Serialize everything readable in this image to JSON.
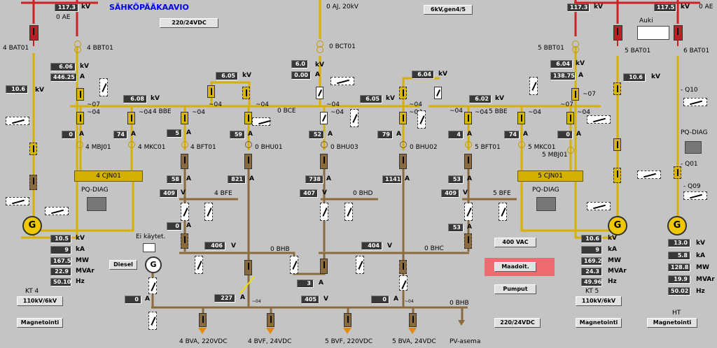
{
  "header": {
    "title": "SÄHKÖPÄÄKAAVIO",
    "left_busbar_btn": "220/24VDC",
    "gen_btn": "6kV,gen4/5",
    "ae_left": {
      "value": "117.3",
      "unit": "kV",
      "label": "0 AE"
    },
    "ae_mid1": {
      "value": "117.3",
      "unit": "kV"
    },
    "ae_mid2": {
      "value": "117.5",
      "unit": "kV"
    },
    "ae_right_label": "0 AE",
    "aj_label": "0 AJ, 20kV"
  },
  "left_side": {
    "bat_label": "4 BAT01",
    "bbt_label": "4 BBT01",
    "bbt_kv": "6.06",
    "bbt_a": "446.25",
    "main_kv": "10.6",
    "bbe_kv": "6.08",
    "bbe_label": "4 BBE",
    "mbj": {
      "value": "0",
      "label": "4 MBJ01"
    },
    "mkc": {
      "value": "74",
      "label": "4 MKC01"
    },
    "cjn": "4 CJN01",
    "pq": "PQ-DIAG",
    "gen": {
      "kv": "10.5",
      "ka": "9",
      "mw": "167.5",
      "mvar": "22.9",
      "hz": "50.10"
    },
    "kt": "KT 4",
    "kt_btn": "110kV/6kV",
    "magnet_btn": "Magnetointi"
  },
  "center": {
    "bct_label": "0 BCT01",
    "bct_kv": "6.0",
    "bct_a": "0.00",
    "bce_label": "0 BCE",
    "kv_left": "6.05",
    "kv_right": "6.05",
    "bft01_left": {
      "value": "5",
      "label": "4 BFT01"
    },
    "bhu01": {
      "value": "59",
      "label": "0 BHU01"
    },
    "bhu03": {
      "value": "52",
      "label": "0 BHU03"
    },
    "bhu02": {
      "value": "79",
      "label": "0 BHU02"
    },
    "bft01_right": {
      "value": "4",
      "label": "5 BFT01"
    },
    "left_58": "58",
    "left_821": "821",
    "bfe_left": {
      "value": "409",
      "label": "4 BFE"
    },
    "bhd": {
      "value1": "738",
      "value2": "407",
      "label": "0 BHD"
    },
    "right_1141": "1141",
    "bfe_right": {
      "value": "409",
      "label": "5 BFE"
    },
    "right_53": "53",
    "right_53b": "53",
    "left_0": "0",
    "bhb_left": {
      "value": "406",
      "label": "0 BHB"
    },
    "bhc": {
      "value": "404",
      "label": "0 BHC"
    },
    "mid_3": "3",
    "bottom_227": "227",
    "bottom_405": "405",
    "bottom_0": "0",
    "bottom_0b": "0",
    "bhb_bottom": "0 BHB",
    "ei_kaytet": "Ei käytet.",
    "diesel": "Diesel",
    "loads": [
      "4 BVA, 220VDC",
      "4 BVF, 24VDC",
      "5 BVF, 220VDC",
      "5 BVA, 24VDC",
      "PV-asema"
    ]
  },
  "buttons": {
    "vac": "400 VAC",
    "maadoit": "Maadoit.",
    "pumput": "Pumput",
    "vdc": "220/24VDC"
  },
  "right_side": {
    "bbt_label": "5 BBT01",
    "bbt_kv": "6.04",
    "bbt_a": "138.75",
    "bat5": "5 BAT01",
    "bat6": "6 BAT01",
    "auki": "Auki",
    "bbe_kv1": "6.04",
    "bbe_kv2": "6.02",
    "bbe_label": "5 BBE",
    "main_kv": "10.6",
    "mkc": {
      "value": "74",
      "label": "5 MKC01"
    },
    "mbj": {
      "value": "0",
      "label": "5 MBJ01"
    },
    "cjn": "5 CJN01",
    "pq": "PQ-DIAG",
    "gen": {
      "kv": "10.6",
      "ka": "9",
      "mw": "169.2",
      "mvar": "24.3",
      "hz": "49.96"
    },
    "kt": "KT 5",
    "kt_btn": "110kV/6kV",
    "magnet_btn": "Magnetointi",
    "q10": "- Q10",
    "pq2": "PQ-DIAG",
    "q01": "- Q01",
    "q09": "- Q09",
    "gen6": {
      "kv": "13.0",
      "ka": "5.8",
      "mw": "128.8",
      "mvar": "19.9",
      "hz": "50.02"
    },
    "ht": "HT",
    "ht_btn": "Magnetointi"
  },
  "units": {
    "kv": "kV",
    "a": "A",
    "ka": "kA",
    "mw": "MW",
    "mvar": "MVAr",
    "hz": "Hz",
    "v": "V"
  },
  "small": {
    "m07": "~07",
    "m04": "~04"
  },
  "colors": {
    "yellow": "#d8b000",
    "brown": "#8b6a3e",
    "red": "#cc2222",
    "blue": "#0000ee",
    "maadoit_bg": "#f06a72"
  }
}
